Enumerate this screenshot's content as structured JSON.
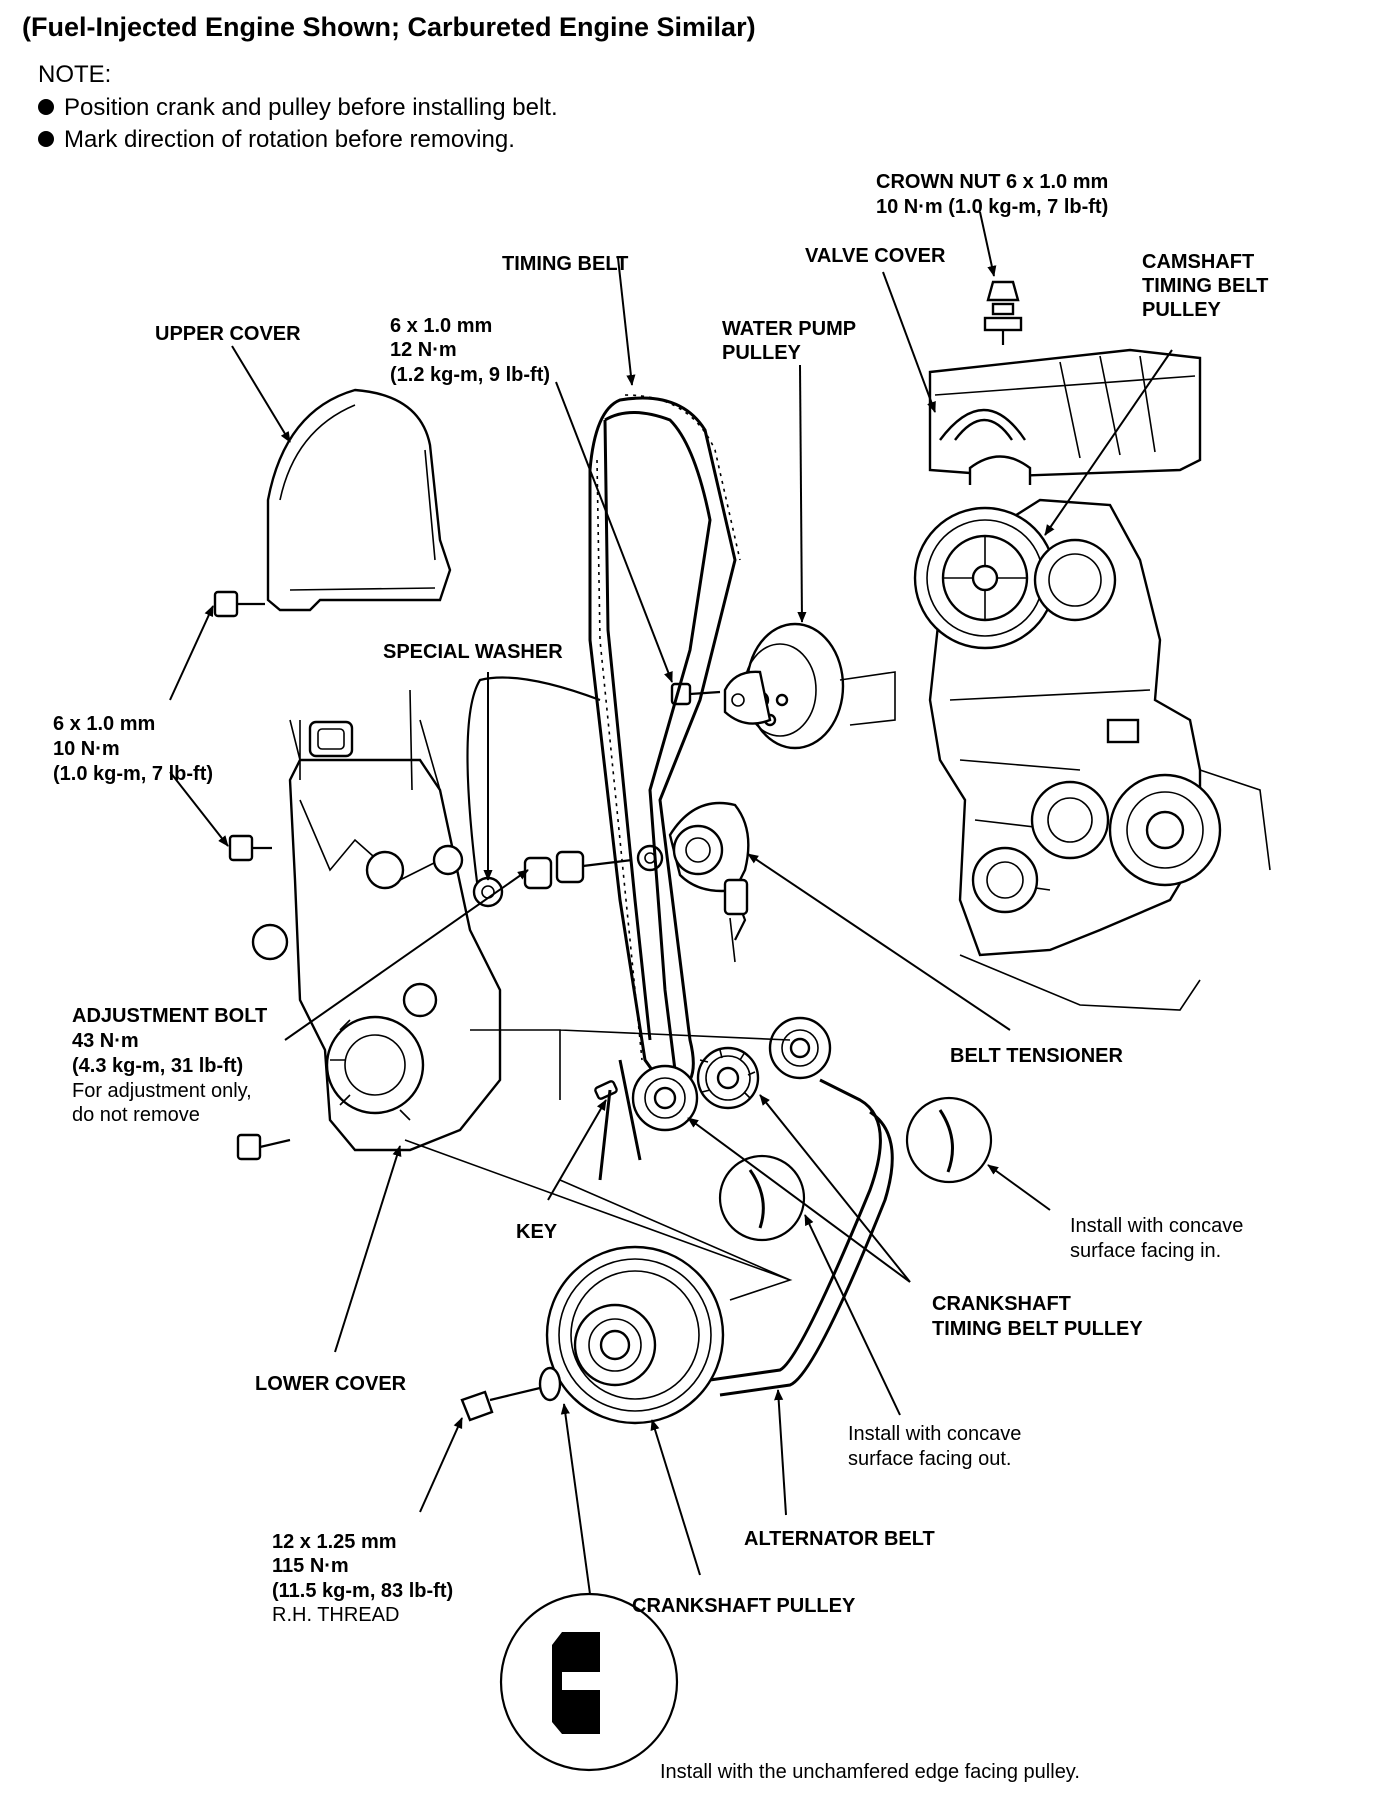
{
  "title": "(Fuel-Injected Engine Shown; Carbureted Engine Similar)",
  "note": {
    "heading": "NOTE:",
    "items": [
      "Position crank and pulley before installing belt.",
      "Mark direction of rotation before removing."
    ]
  },
  "labels": {
    "crown_nut": [
      "CROWN NUT 6 x 1.0 mm",
      "10 N·m (1.0 kg-m, 7 lb-ft)"
    ],
    "timing_belt": [
      "TIMING BELT"
    ],
    "valve_cover": [
      "VALVE COVER"
    ],
    "camshaft_pulley": [
      "CAMSHAFT",
      "TIMING BELT",
      "PULLEY"
    ],
    "upper_cover": [
      "UPPER COVER"
    ],
    "bolt_6x1_12nm": [
      "6 x 1.0 mm",
      "12 N·m",
      "(1.2 kg-m, 9 lb-ft)"
    ],
    "water_pump_pulley": [
      "WATER PUMP",
      "PULLEY"
    ],
    "special_washer": [
      "SPECIAL WASHER"
    ],
    "bolt_6x1_10nm": [
      "6 x 1.0 mm",
      "10 N·m",
      "(1.0 kg-m, 7 lb-ft)"
    ],
    "adjustment_bolt_title": [
      "ADJUSTMENT BOLT",
      "43 N·m",
      "(4.3 kg-m, 31 lb-ft)"
    ],
    "adjustment_bolt_note": [
      "For adjustment only,",
      "do not remove"
    ],
    "belt_tensioner": [
      "BELT TENSIONER"
    ],
    "key": [
      "KEY"
    ],
    "concave_in": [
      "Install with concave",
      "surface facing in."
    ],
    "crankshaft_timing_pulley": [
      "CRANKSHAFT",
      "TIMING BELT PULLEY"
    ],
    "lower_cover": [
      "LOWER COVER"
    ],
    "concave_out": [
      "Install with concave",
      "surface facing out."
    ],
    "alternator_belt": [
      "ALTERNATOR BELT"
    ],
    "crank_bolt": [
      "12 x 1.25 mm",
      "115 N·m",
      "(11.5 kg-m, 83 lb-ft)"
    ],
    "crank_bolt_thread": [
      "R.H. THREAD"
    ],
    "crankshaft_pulley": [
      "CRANKSHAFT PULLEY"
    ],
    "unchamfered": [
      "Install with the unchamfered edge facing pulley."
    ]
  }
}
